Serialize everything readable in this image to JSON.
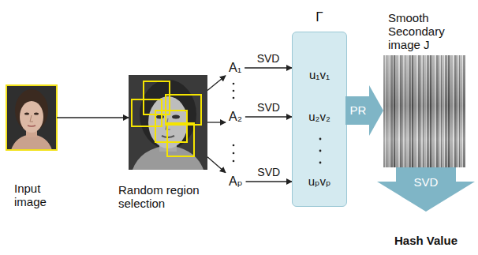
{
  "diagram": {
    "nodes": [
      {
        "text": [
          "Input image"
        ]
      },
      {
        "text": [
          "Random region selection"
        ]
      },
      {
        "text": [
          "A₁"
        ]
      },
      {
        "text": [
          "A₂"
        ]
      },
      {
        "text": [
          "Aₚ"
        ]
      },
      {
        "text": [
          "Γ",
          "u₁v₁",
          "u₂v₂",
          "uₚvₚ"
        ]
      },
      {
        "text": [
          "PR"
        ]
      },
      {
        "text": [
          "Smooth Secondary image J"
        ]
      },
      {
        "text": [
          "SVD"
        ]
      }
    ],
    "edges": [
      {
        "from": 0,
        "to": 1,
        "arrow": "to"
      },
      {
        "from": 1,
        "to": 2,
        "arrow": "to"
      },
      {
        "from": 1,
        "to": 3,
        "arrow": "to"
      },
      {
        "from": 1,
        "to": 4,
        "arrow": "to"
      },
      {
        "from": 2,
        "to": 5,
        "label": "SVD",
        "arrow": "to"
      },
      {
        "from": 3,
        "to": 5,
        "label": "SVD",
        "arrow": "to"
      },
      {
        "from": 4,
        "to": 5,
        "label": "SVD",
        "arrow": "to"
      }
    ],
    "labels": [
      "Hash Value"
    ]
  }
}
